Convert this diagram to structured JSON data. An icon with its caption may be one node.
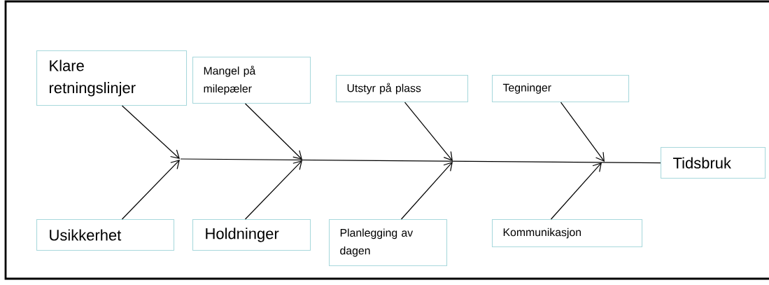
{
  "diagram": {
    "nodes": [
      {
        "text": [
          "Klare retningslinjer"
        ]
      },
      {
        "text": [
          "Mangel på milepæler"
        ]
      },
      {
        "text": [
          "Utstyr på plass"
        ]
      },
      {
        "text": [
          "Tegninger"
        ]
      },
      {
        "text": [
          "Tidsbruk"
        ]
      },
      {
        "text": [
          "Usikkerhet"
        ]
      },
      {
        "text": [
          "Holdninger"
        ]
      },
      {
        "text": [
          "Planlegging av dagen"
        ]
      },
      {
        "text": [
          "Kommunikasjon"
        ]
      }
    ],
    "edges": [
      {
        "from": 0,
        "to": null,
        "arrow": "to"
      },
      {
        "from": 5,
        "to": null,
        "arrow": "to"
      },
      {
        "from": 1,
        "to": null,
        "arrow": "to"
      },
      {
        "from": 6,
        "to": null,
        "arrow": "to"
      },
      {
        "from": 2,
        "to": null,
        "arrow": "to"
      },
      {
        "from": 7,
        "to": null,
        "arrow": "to"
      },
      {
        "from": 3,
        "to": null,
        "arrow": "to"
      },
      {
        "from": 8,
        "to": null,
        "arrow": "to"
      },
      {
        "from": null,
        "to": 4,
        "arrow": "none"
      }
    ]
  }
}
